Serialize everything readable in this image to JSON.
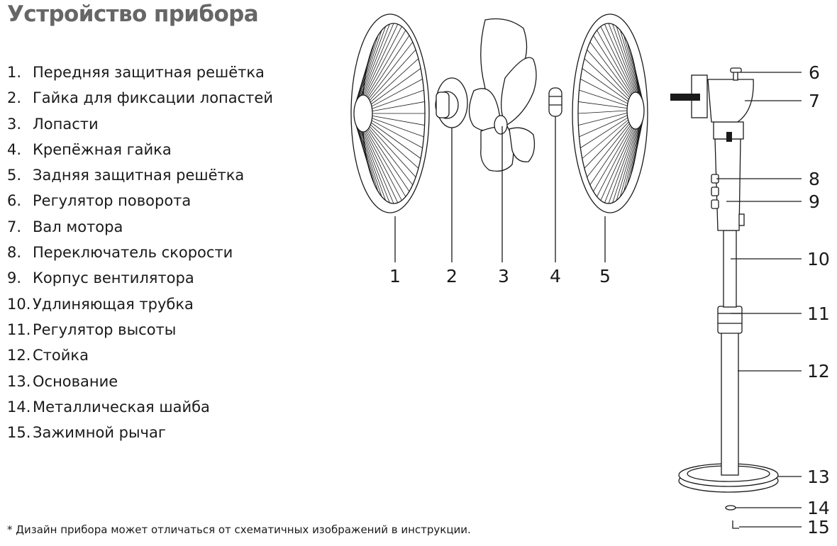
{
  "title": "Устройство прибора",
  "parts": [
    {
      "num": "1.",
      "label": "Передняя защитная решётка"
    },
    {
      "num": "2.",
      "label": "Гайка для фиксации лопастей"
    },
    {
      "num": "3.",
      "label": "Лопасти"
    },
    {
      "num": "4.",
      "label": "Крепёжная гайка"
    },
    {
      "num": "5.",
      "label": "Задняя защитная решётка"
    },
    {
      "num": "6.",
      "label": "Регулятор поворота"
    },
    {
      "num": "7.",
      "label": "Вал мотора"
    },
    {
      "num": "8.",
      "label": "Переключатель скорости"
    },
    {
      "num": "9.",
      "label": "Корпус вентилятора"
    },
    {
      "num": "10.",
      "label": "Удлиняющая трубка"
    },
    {
      "num": "11.",
      "label": "Регулятор высоты"
    },
    {
      "num": "12.",
      "label": "Стойка"
    },
    {
      "num": "13.",
      "label": "Основание"
    },
    {
      "num": "14.",
      "label": "Металлическая шайба"
    },
    {
      "num": "15.",
      "label": "Зажимной рычаг"
    }
  ],
  "callouts": [
    "1",
    "2",
    "3",
    "4",
    "5",
    "6",
    "7",
    "8",
    "9",
    "10",
    "11",
    "12",
    "13",
    "14",
    "15"
  ],
  "footnote": "* Дизайн прибора может отличаться от схематичных изображений в инструкции.",
  "colors": {
    "title": "#666666",
    "text": "#1a1a1a",
    "line": "#1a1a1a",
    "background": "#ffffff"
  }
}
